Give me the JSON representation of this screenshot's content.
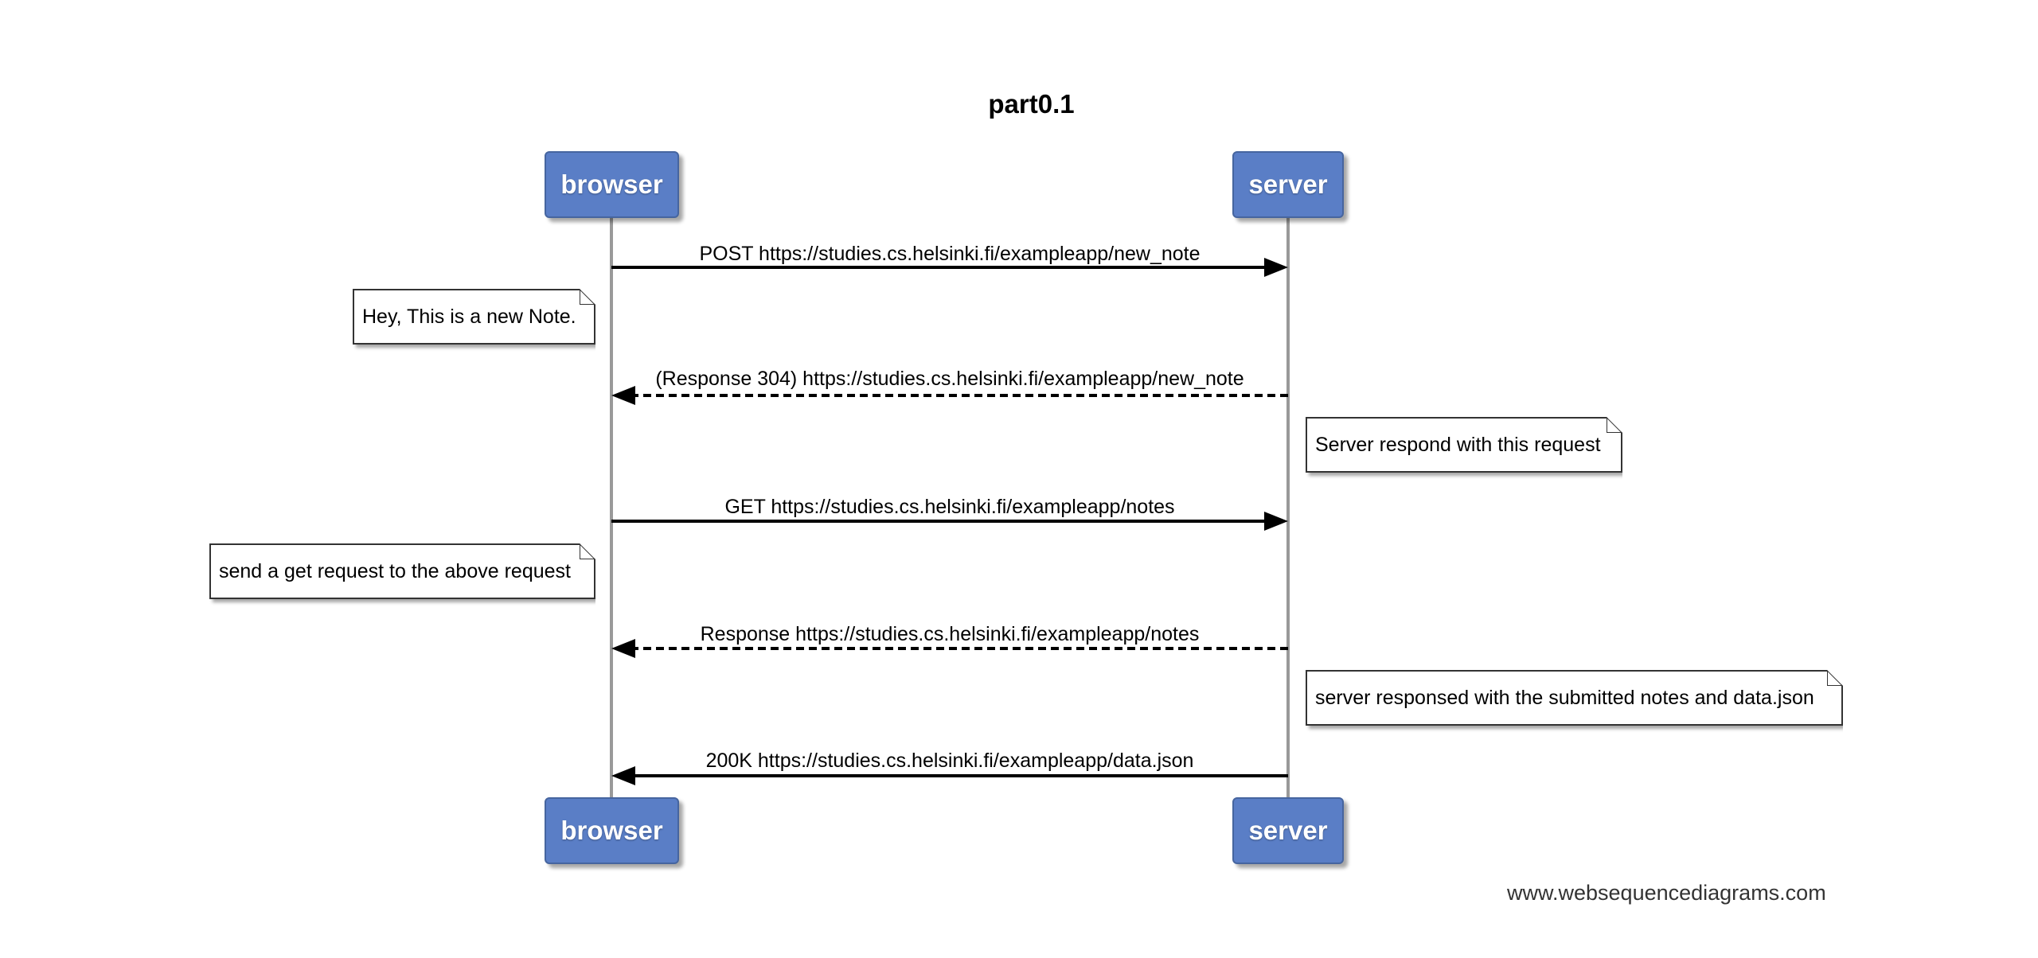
{
  "title": "part0.1",
  "participants": {
    "browser": "browser",
    "server": "server"
  },
  "messages": [
    {
      "from": "browser",
      "to": "server",
      "style": "solid",
      "label": "POST https://studies.cs.helsinki.fi/exampleapp/new_note"
    },
    {
      "from": "server",
      "to": "browser",
      "style": "dashed",
      "label": "(Response 304) https://studies.cs.helsinki.fi/exampleapp/new_note"
    },
    {
      "from": "browser",
      "to": "server",
      "style": "solid",
      "label": "GET https://studies.cs.helsinki.fi/exampleapp/notes"
    },
    {
      "from": "server",
      "to": "browser",
      "style": "dashed",
      "label": "Response https://studies.cs.helsinki.fi/exampleapp/notes"
    },
    {
      "from": "server",
      "to": "browser",
      "style": "solid",
      "label": "200K https://studies.cs.helsinki.fi/exampleapp/data.json"
    }
  ],
  "notes": [
    {
      "side": "left of browser",
      "text": "Hey, This is a new Note."
    },
    {
      "side": "right of server",
      "text": "Server respond with this request"
    },
    {
      "side": "left of browser",
      "text": "send a get request to the above request"
    },
    {
      "side": "right of server",
      "text": "server responsed with the submitted notes and data.json"
    }
  ],
  "watermark": "www.websequencediagrams.com",
  "colors": {
    "actor_fill": "#5a7ec6",
    "actor_border": "#46659f",
    "lifeline": "#999999",
    "arrow": "#000000"
  }
}
